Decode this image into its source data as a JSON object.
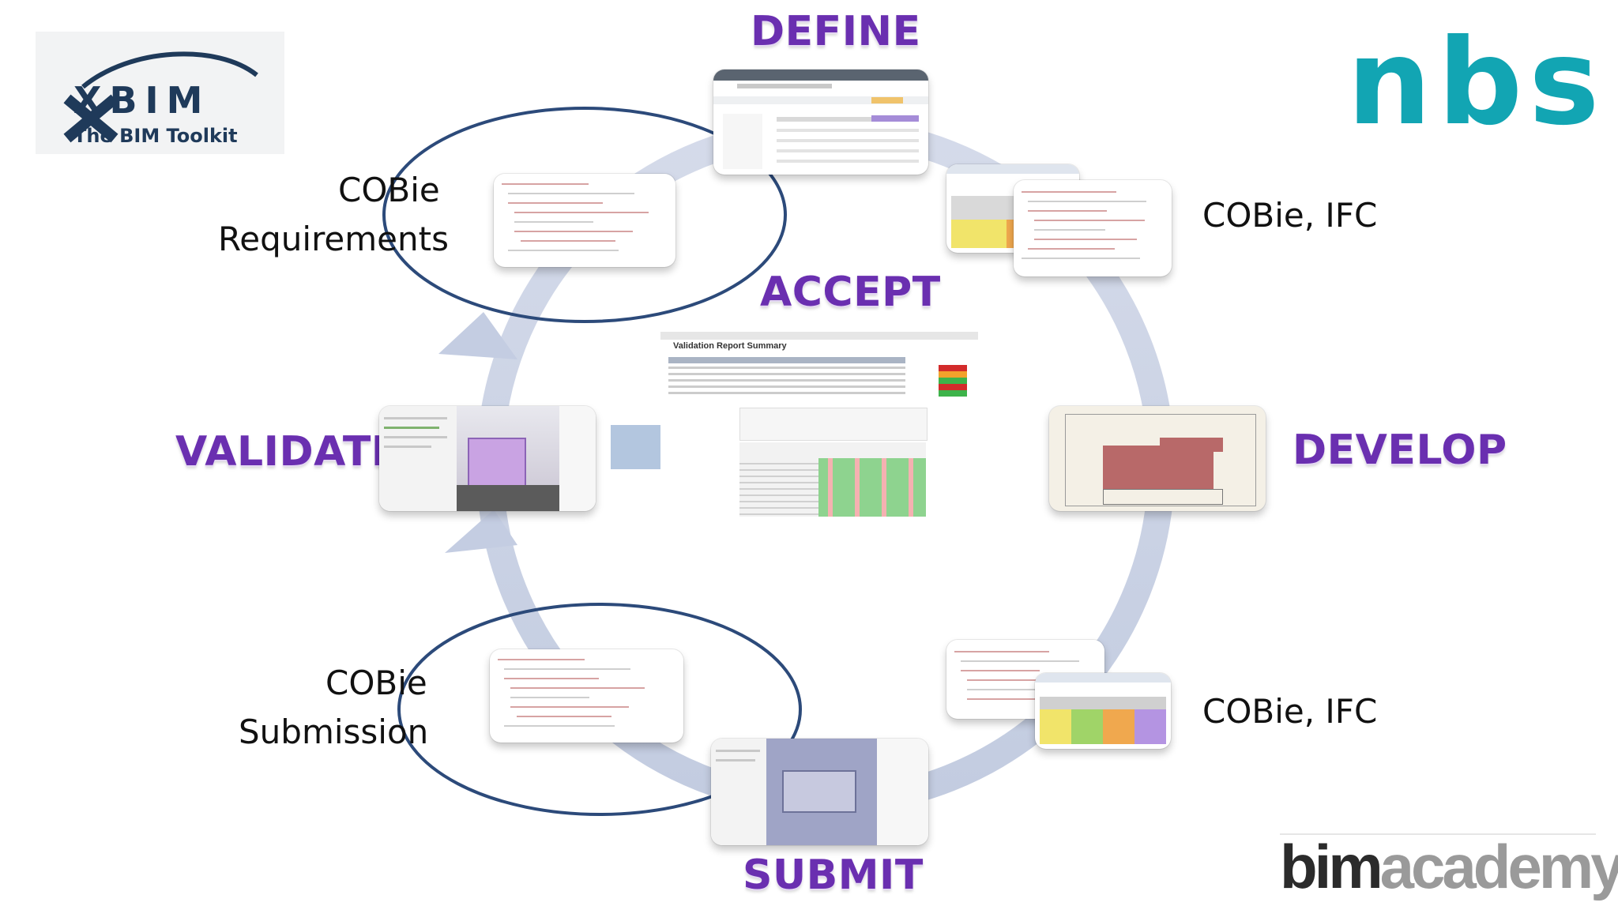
{
  "logos": {
    "xbim_mark": "XBIM",
    "xbim_tagline": "The BIM Toolkit",
    "nbs": "nbs",
    "bimacademy_part1": "bim",
    "bimacademy_part2": "academy"
  },
  "stages": {
    "define": "DEFINE",
    "accept": "ACCEPT",
    "validate": "VALIDATE",
    "develop": "DEVELOP",
    "submit": "SUBMIT"
  },
  "side_labels": {
    "requirements_line1": "COBie",
    "requirements_line2": "Requirements",
    "submission_line1": "COBie",
    "submission_line2": "Submission",
    "formats_top": "COBie, IFC",
    "formats_bottom": "COBie, IFC"
  },
  "accept_report": {
    "title": "Validation Report Summary"
  },
  "colors": {
    "stage_purple": "#6a2fb0",
    "cycle_arrow": "#c4cde2",
    "highlight_ellipse": "#2c4a7a",
    "nbs_teal": "#12a5b3",
    "xbim_navy": "#1f3a5a"
  }
}
